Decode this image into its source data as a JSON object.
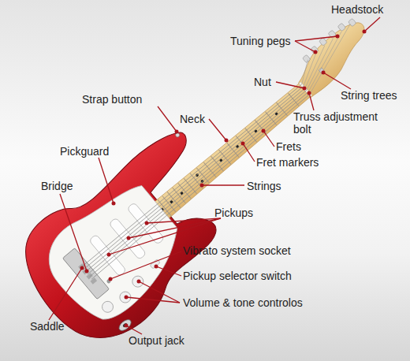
{
  "diagram": {
    "labels": [
      "Headstock",
      "Tuning pegs",
      "Nut",
      "String trees",
      "Truss adjustment bolt",
      "Strap button",
      "Neck",
      "Frets",
      "Pickguard",
      "Fret markers",
      "Bridge",
      "Strings",
      "Pickups",
      "Vibrato system socket",
      "Pickup selector switch",
      "Volume & tone controlos",
      "Saddle",
      "Output jack"
    ]
  }
}
